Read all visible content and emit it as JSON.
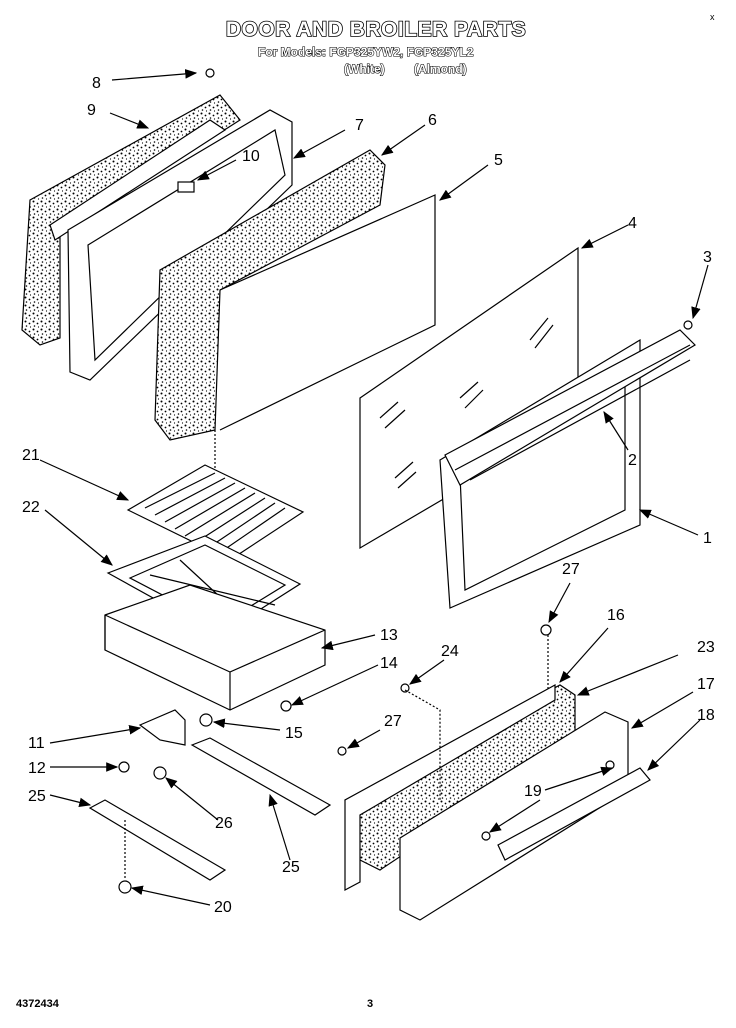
{
  "header": {
    "title": "DOOR AND BROILER PARTS",
    "models_line": "For Models: FGP325YW2, FGP325YL2",
    "color_white": "(White)",
    "color_almond": "(Almond)",
    "close_glyph": "x"
  },
  "footer": {
    "doc_number": "4372434",
    "page_number": "3"
  },
  "callouts": [
    "1",
    "2",
    "3",
    "4",
    "5",
    "6",
    "7",
    "8",
    "9",
    "10",
    "11",
    "12",
    "13",
    "14",
    "15",
    "16",
    "17",
    "18",
    "19",
    "20",
    "21",
    "22",
    "23",
    "24",
    "25",
    "25",
    "26",
    "27",
    "27"
  ]
}
